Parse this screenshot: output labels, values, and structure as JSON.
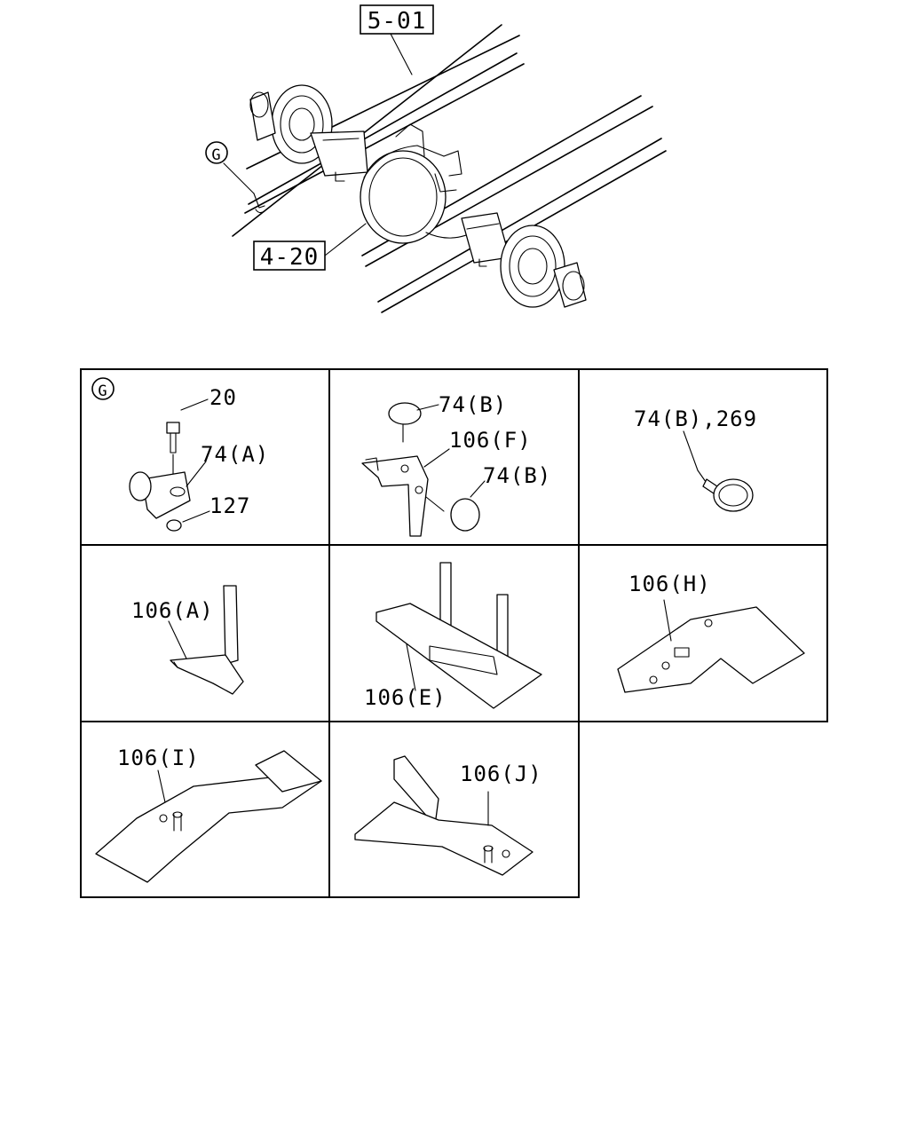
{
  "top_diagram": {
    "ref_box_upper": "5-01",
    "ref_box_lower": "4-20",
    "detail_marker": "G"
  },
  "detail_grid": {
    "marker": "G",
    "cells": [
      {
        "labels": [
          "20",
          "74(A)",
          "127"
        ]
      },
      {
        "labels": [
          "74(B)",
          "106(F)",
          "74(B)"
        ]
      },
      {
        "labels": [
          "74(B),269"
        ]
      },
      {
        "labels": [
          "106(A)"
        ]
      },
      {
        "labels": [
          "106(E)"
        ]
      },
      {
        "labels": [
          "106(H)"
        ]
      },
      {
        "labels": [
          "106(I)"
        ]
      },
      {
        "labels": [
          "106(J)"
        ]
      }
    ]
  }
}
